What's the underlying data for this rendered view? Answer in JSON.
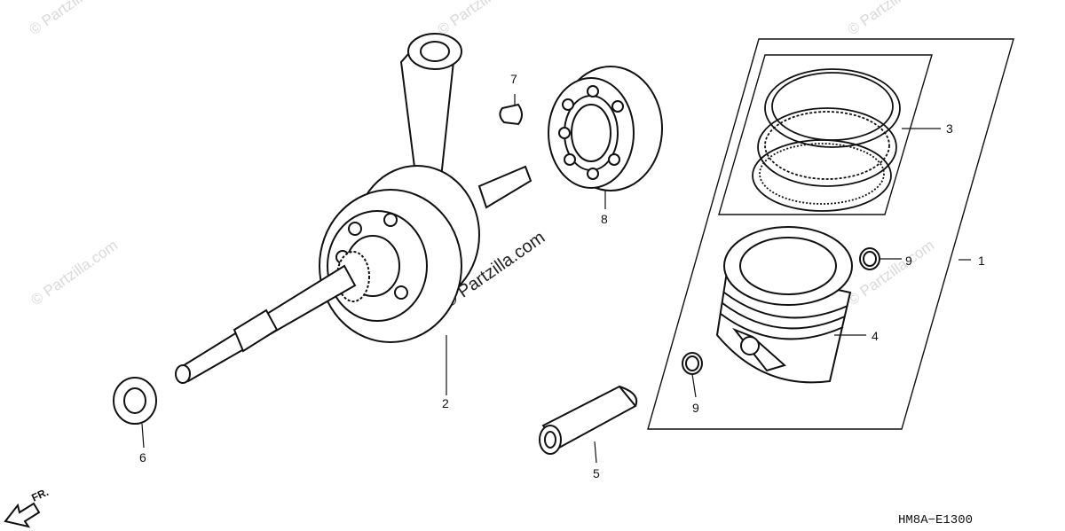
{
  "diagram": {
    "code": "HM8A−E1300",
    "front_label": "FR.",
    "watermark": "© Partzilla.com",
    "watermark_center": "© Partzilla.com"
  },
  "callouts": [
    {
      "id": "1",
      "label": "1"
    },
    {
      "id": "2",
      "label": "2"
    },
    {
      "id": "3",
      "label": "3"
    },
    {
      "id": "4",
      "label": "4"
    },
    {
      "id": "5",
      "label": "5"
    },
    {
      "id": "6",
      "label": "6"
    },
    {
      "id": "7",
      "label": "7"
    },
    {
      "id": "8",
      "label": "8"
    },
    {
      "id": "9a",
      "label": "9"
    },
    {
      "id": "9b",
      "label": "9"
    }
  ],
  "parts": [
    {
      "callout": "1",
      "icon": "piston-assembly-bracket-icon"
    },
    {
      "callout": "2",
      "icon": "crankshaft-icon"
    },
    {
      "callout": "3",
      "icon": "piston-ring-set-icon"
    },
    {
      "callout": "4",
      "icon": "piston-icon"
    },
    {
      "callout": "5",
      "icon": "piston-pin-icon"
    },
    {
      "callout": "6",
      "icon": "washer-icon"
    },
    {
      "callout": "7",
      "icon": "woodruff-key-icon"
    },
    {
      "callout": "8",
      "icon": "ball-bearing-icon"
    },
    {
      "callout": "9",
      "icon": "piston-pin-clip-icon"
    }
  ]
}
